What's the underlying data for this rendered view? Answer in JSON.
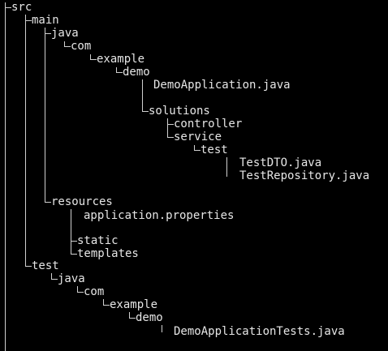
{
  "colors": {
    "background": "#000000",
    "text": "#e6e6e6",
    "connector": "#d0d0d0"
  },
  "tree": {
    "src": "src",
    "main": "main",
    "main_java": "java",
    "main_com": "com",
    "main_example": "example",
    "main_demo": "demo",
    "demo_application": "DemoApplication.java",
    "solutions": "solutions",
    "controller": "controller",
    "service": "service",
    "service_test": "test",
    "test_dto": "TestDTO.java",
    "test_repository": "TestRepository.java",
    "resources": "resources",
    "application_properties": "application.properties",
    "static": "static",
    "templates": "templates",
    "test": "test",
    "test_java": "java",
    "test_com": "com",
    "test_example": "example",
    "test_demo": "demo",
    "demo_application_tests": "DemoApplicationTests.java"
  }
}
